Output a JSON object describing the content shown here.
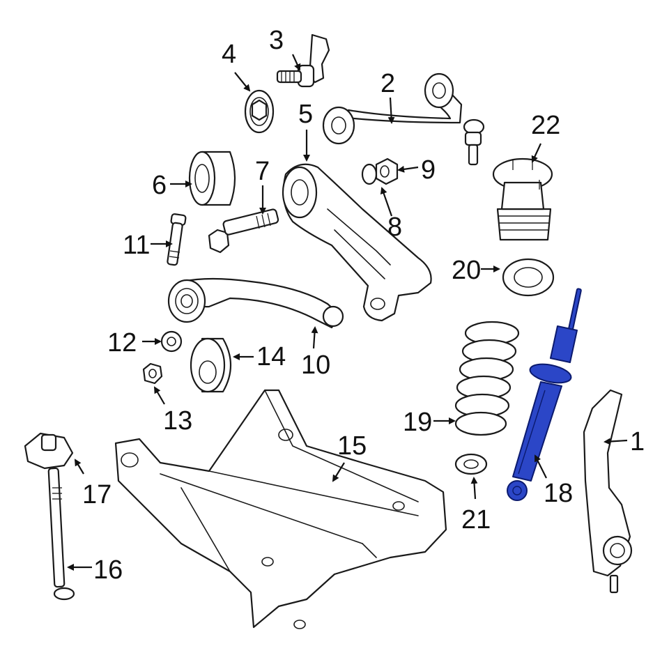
{
  "colors": {
    "line": "#1a1a1a",
    "highlight": "#2b46c7",
    "background": "#ffffff"
  },
  "callouts": [
    {
      "label": "1"
    },
    {
      "label": "2"
    },
    {
      "label": "3"
    },
    {
      "label": "4"
    },
    {
      "label": "5"
    },
    {
      "label": "6"
    },
    {
      "label": "7"
    },
    {
      "label": "8"
    },
    {
      "label": "9"
    },
    {
      "label": "10"
    },
    {
      "label": "11"
    },
    {
      "label": "12"
    },
    {
      "label": "13"
    },
    {
      "label": "14"
    },
    {
      "label": "15"
    },
    {
      "label": "16"
    },
    {
      "label": "17"
    },
    {
      "label": "18"
    },
    {
      "label": "19"
    },
    {
      "label": "20"
    },
    {
      "label": "21"
    },
    {
      "label": "22"
    }
  ],
  "highlighted_part": "18"
}
